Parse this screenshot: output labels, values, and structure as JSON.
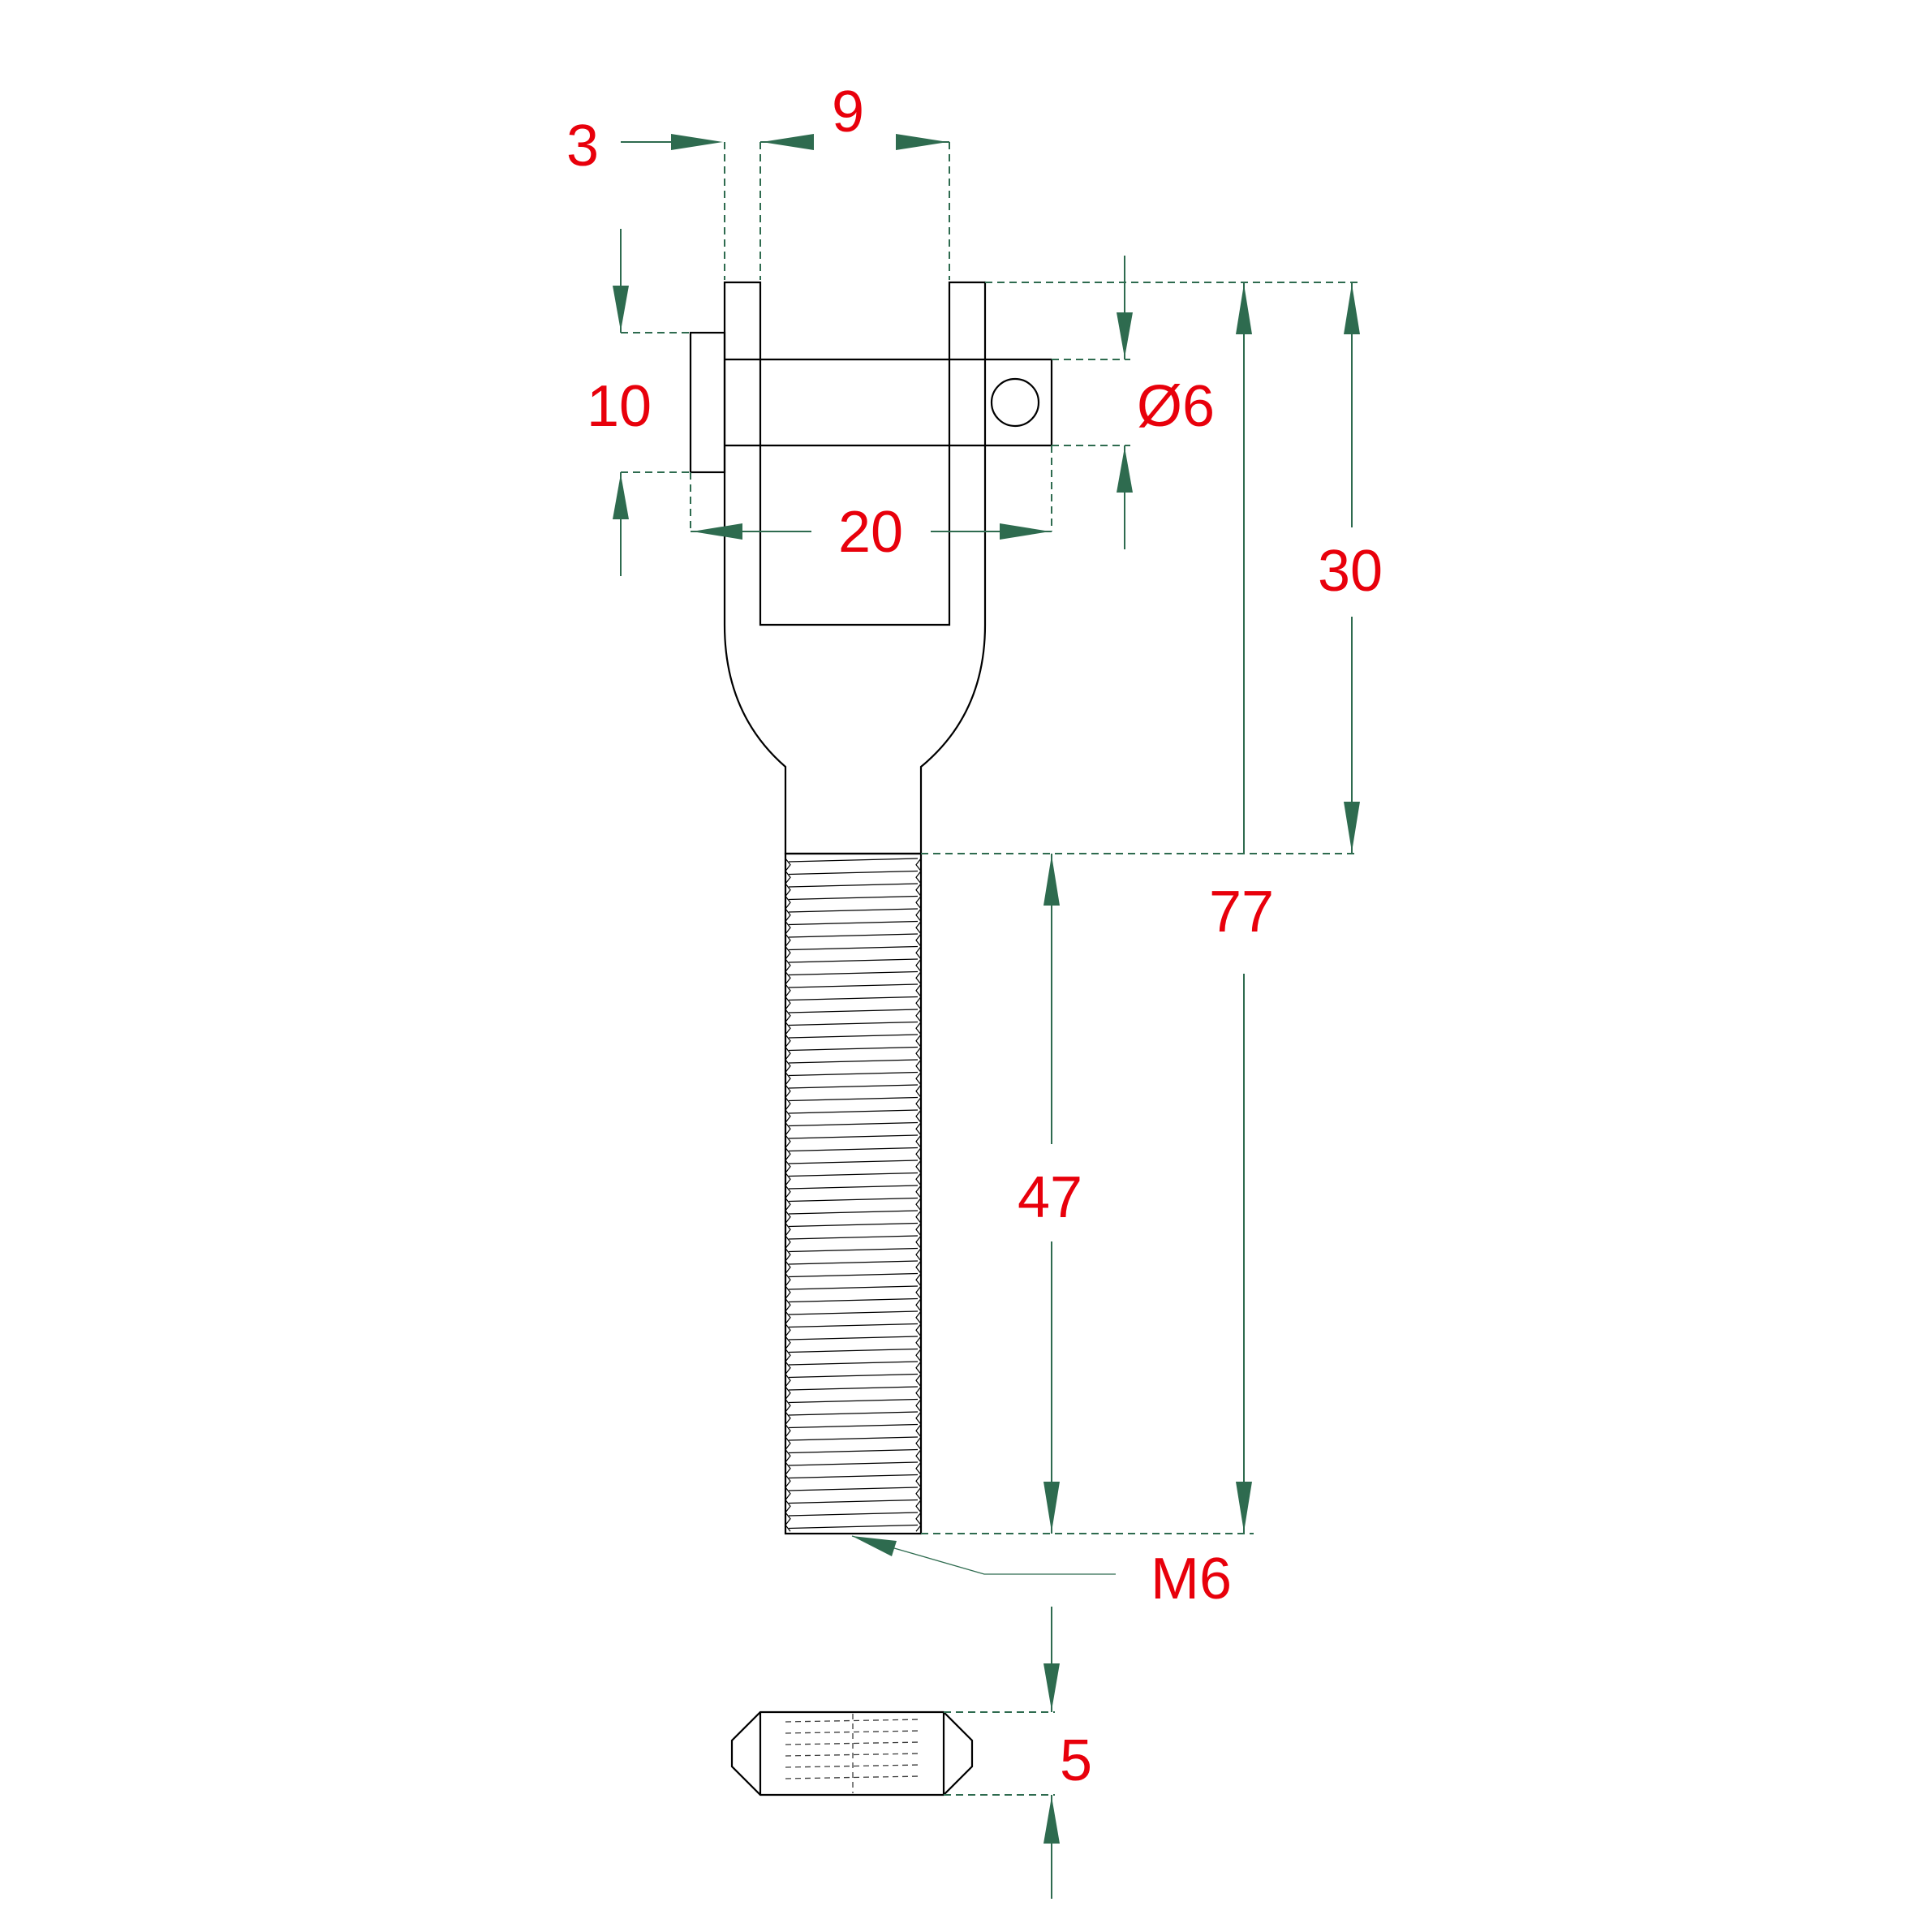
{
  "dimensions": {
    "prong_thickness": "3",
    "jaw_gap": "9",
    "pin_head": "10",
    "pin_diameter": "Ø6",
    "pin_length": "20",
    "fork_length": "30",
    "overall_length": "77",
    "thread_length": "47",
    "thread_size": "M6",
    "nut_height": "5"
  },
  "colors": {
    "dimension_text": "#e8000b",
    "dimension_line": "#2e6b4f",
    "outline": "#000000"
  }
}
